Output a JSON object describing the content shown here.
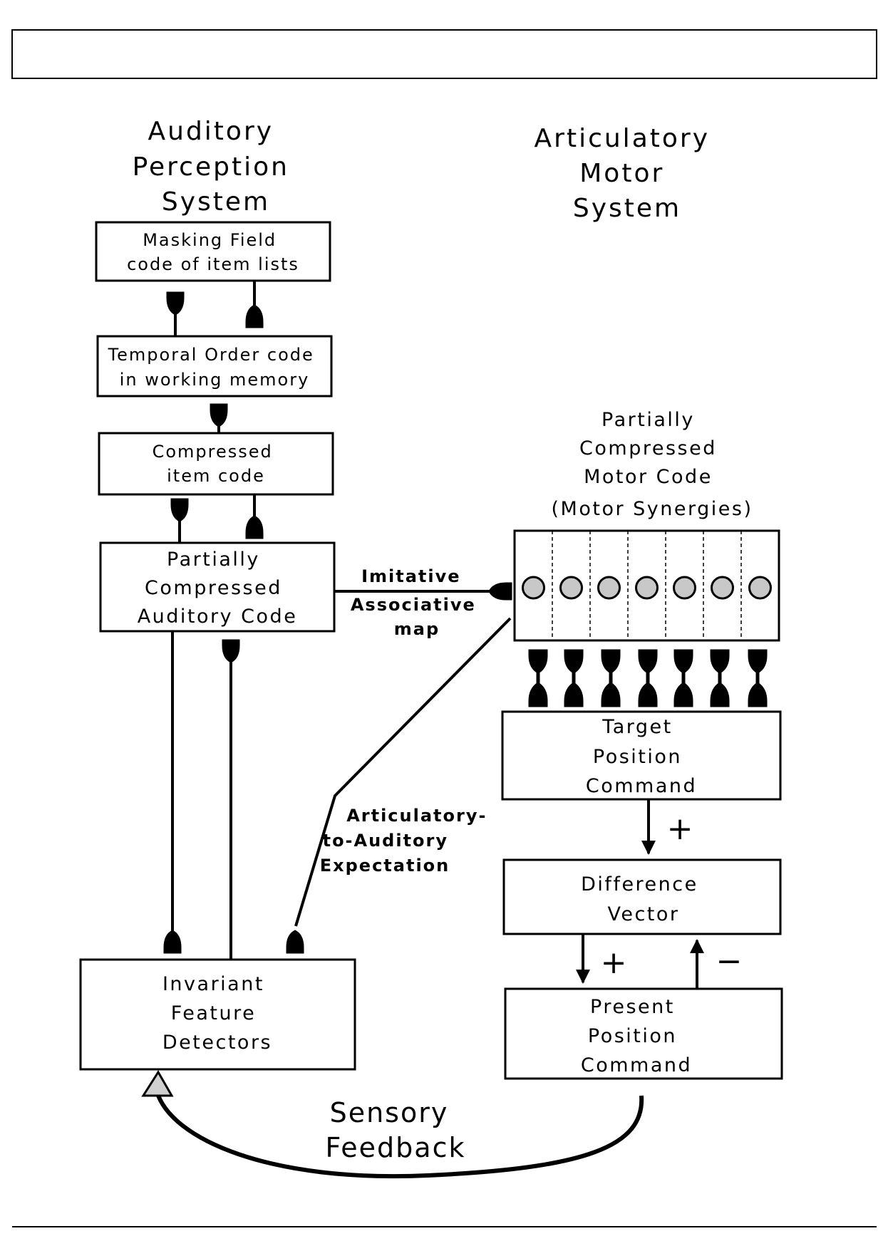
{
  "headings": {
    "auditory": [
      "Auditory",
      "Perception",
      "System"
    ],
    "motor": [
      "Articulatory",
      "Motor",
      "System"
    ]
  },
  "boxes": {
    "masking_field": [
      "Masking  Field",
      "code  of  item  lists"
    ],
    "temporal_order": [
      "Temporal  Order  code",
      "in  working  memory"
    ],
    "compressed_item": [
      "Compressed",
      "item  code"
    ],
    "partially_auditory": [
      "Partially",
      "Compressed",
      "Auditory  Code"
    ],
    "invariant_feature": [
      "Invariant",
      "Feature",
      "Detectors"
    ],
    "target_position": [
      "Target",
      "Position",
      "Command"
    ],
    "difference_vector": [
      "Difference",
      "Vector"
    ],
    "present_position": [
      "Present",
      "Position",
      "Command"
    ]
  },
  "motor_code_label": [
    "Partially",
    "Compressed",
    "Motor  Code",
    "(Motor  Synergies)"
  ],
  "motor_units": 7,
  "labels": {
    "imitative_map": [
      "Imitative",
      "Associative",
      "map"
    ],
    "expectation": [
      "Articulatory-",
      "to-Auditory",
      "Expectation"
    ],
    "sensory_feedback": [
      "Sensory",
      "Feedback"
    ]
  },
  "signs": {
    "target_to_diff": "+",
    "diff_to_present": "+",
    "present_to_diff": "−"
  }
}
